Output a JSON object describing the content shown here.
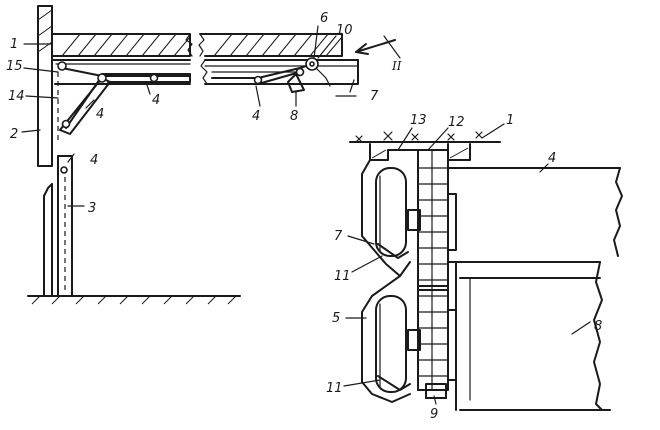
{
  "figure_left": {
    "labels": [
      {
        "id": "1",
        "text": "1"
      },
      {
        "id": "15",
        "text": "15"
      },
      {
        "id": "14",
        "text": "14"
      },
      {
        "id": "2",
        "text": "2"
      },
      {
        "id": "4a",
        "text": "4"
      },
      {
        "id": "4b",
        "text": "4"
      },
      {
        "id": "4c",
        "text": "4"
      },
      {
        "id": "3",
        "text": "3"
      },
      {
        "id": "6",
        "text": "6"
      },
      {
        "id": "10",
        "text": "10"
      },
      {
        "id": "II",
        "text": "II"
      },
      {
        "id": "4d",
        "text": "4"
      },
      {
        "id": "8a",
        "text": "8"
      },
      {
        "id": "7a",
        "text": "7"
      }
    ]
  },
  "figure_right": {
    "labels": [
      {
        "id": "13",
        "text": "13"
      },
      {
        "id": "12",
        "text": "12"
      },
      {
        "id": "1b",
        "text": "1"
      },
      {
        "id": "4e",
        "text": "4"
      },
      {
        "id": "7b",
        "text": "7"
      },
      {
        "id": "11a",
        "text": "11"
      },
      {
        "id": "5",
        "text": "5"
      },
      {
        "id": "8b",
        "text": "8"
      },
      {
        "id": "11b",
        "text": "11"
      },
      {
        "id": "9",
        "text": "9"
      }
    ]
  }
}
